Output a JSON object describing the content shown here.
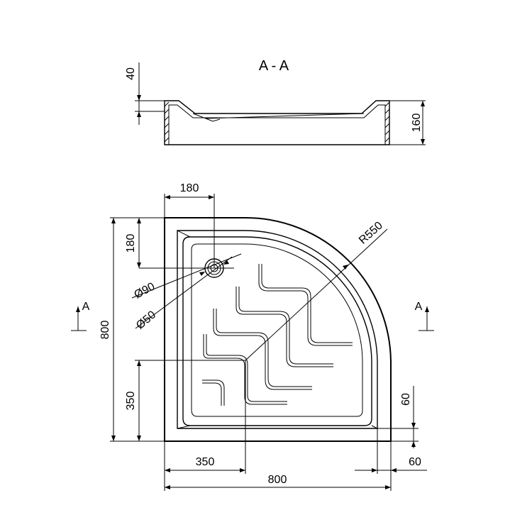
{
  "section": {
    "title": "A - A",
    "dim_top_rim": "40",
    "dim_height": "160"
  },
  "plan": {
    "dim_drain_x": "180",
    "dim_drain_y": "180",
    "dim_radius": "R550",
    "dim_drain_outer": "Ø90",
    "dim_drain_inner": "Ø50",
    "dim_overall_height": "800",
    "dim_corner_y": "350",
    "dim_corner_x": "350",
    "dim_overall_width": "800",
    "dim_flange_right": "60",
    "dim_flange_bottom": "60",
    "section_marker_left": "A",
    "section_marker_right": "A"
  }
}
